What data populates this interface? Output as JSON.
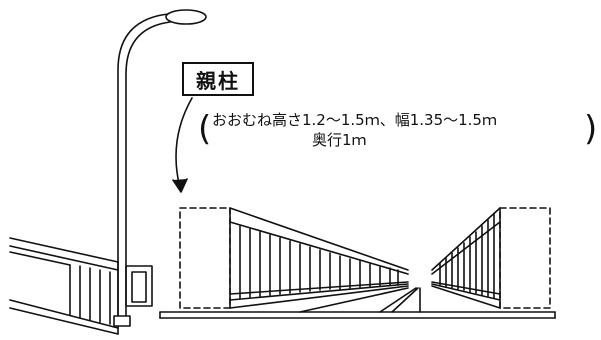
{
  "label": {
    "text": "親柱"
  },
  "spec": {
    "line1": "おおむね高さ1.2〜1.5ｍ、幅1.35〜1.5ｍ",
    "line2": "奥行1ｍ",
    "paren_open": "(",
    "paren_close": ")"
  },
  "icons": [
    "street-lamp-icon",
    "bridge-pillar-icon",
    "arrow-icon"
  ],
  "colors": {
    "ink": "#111111",
    "background": "#ffffff"
  }
}
